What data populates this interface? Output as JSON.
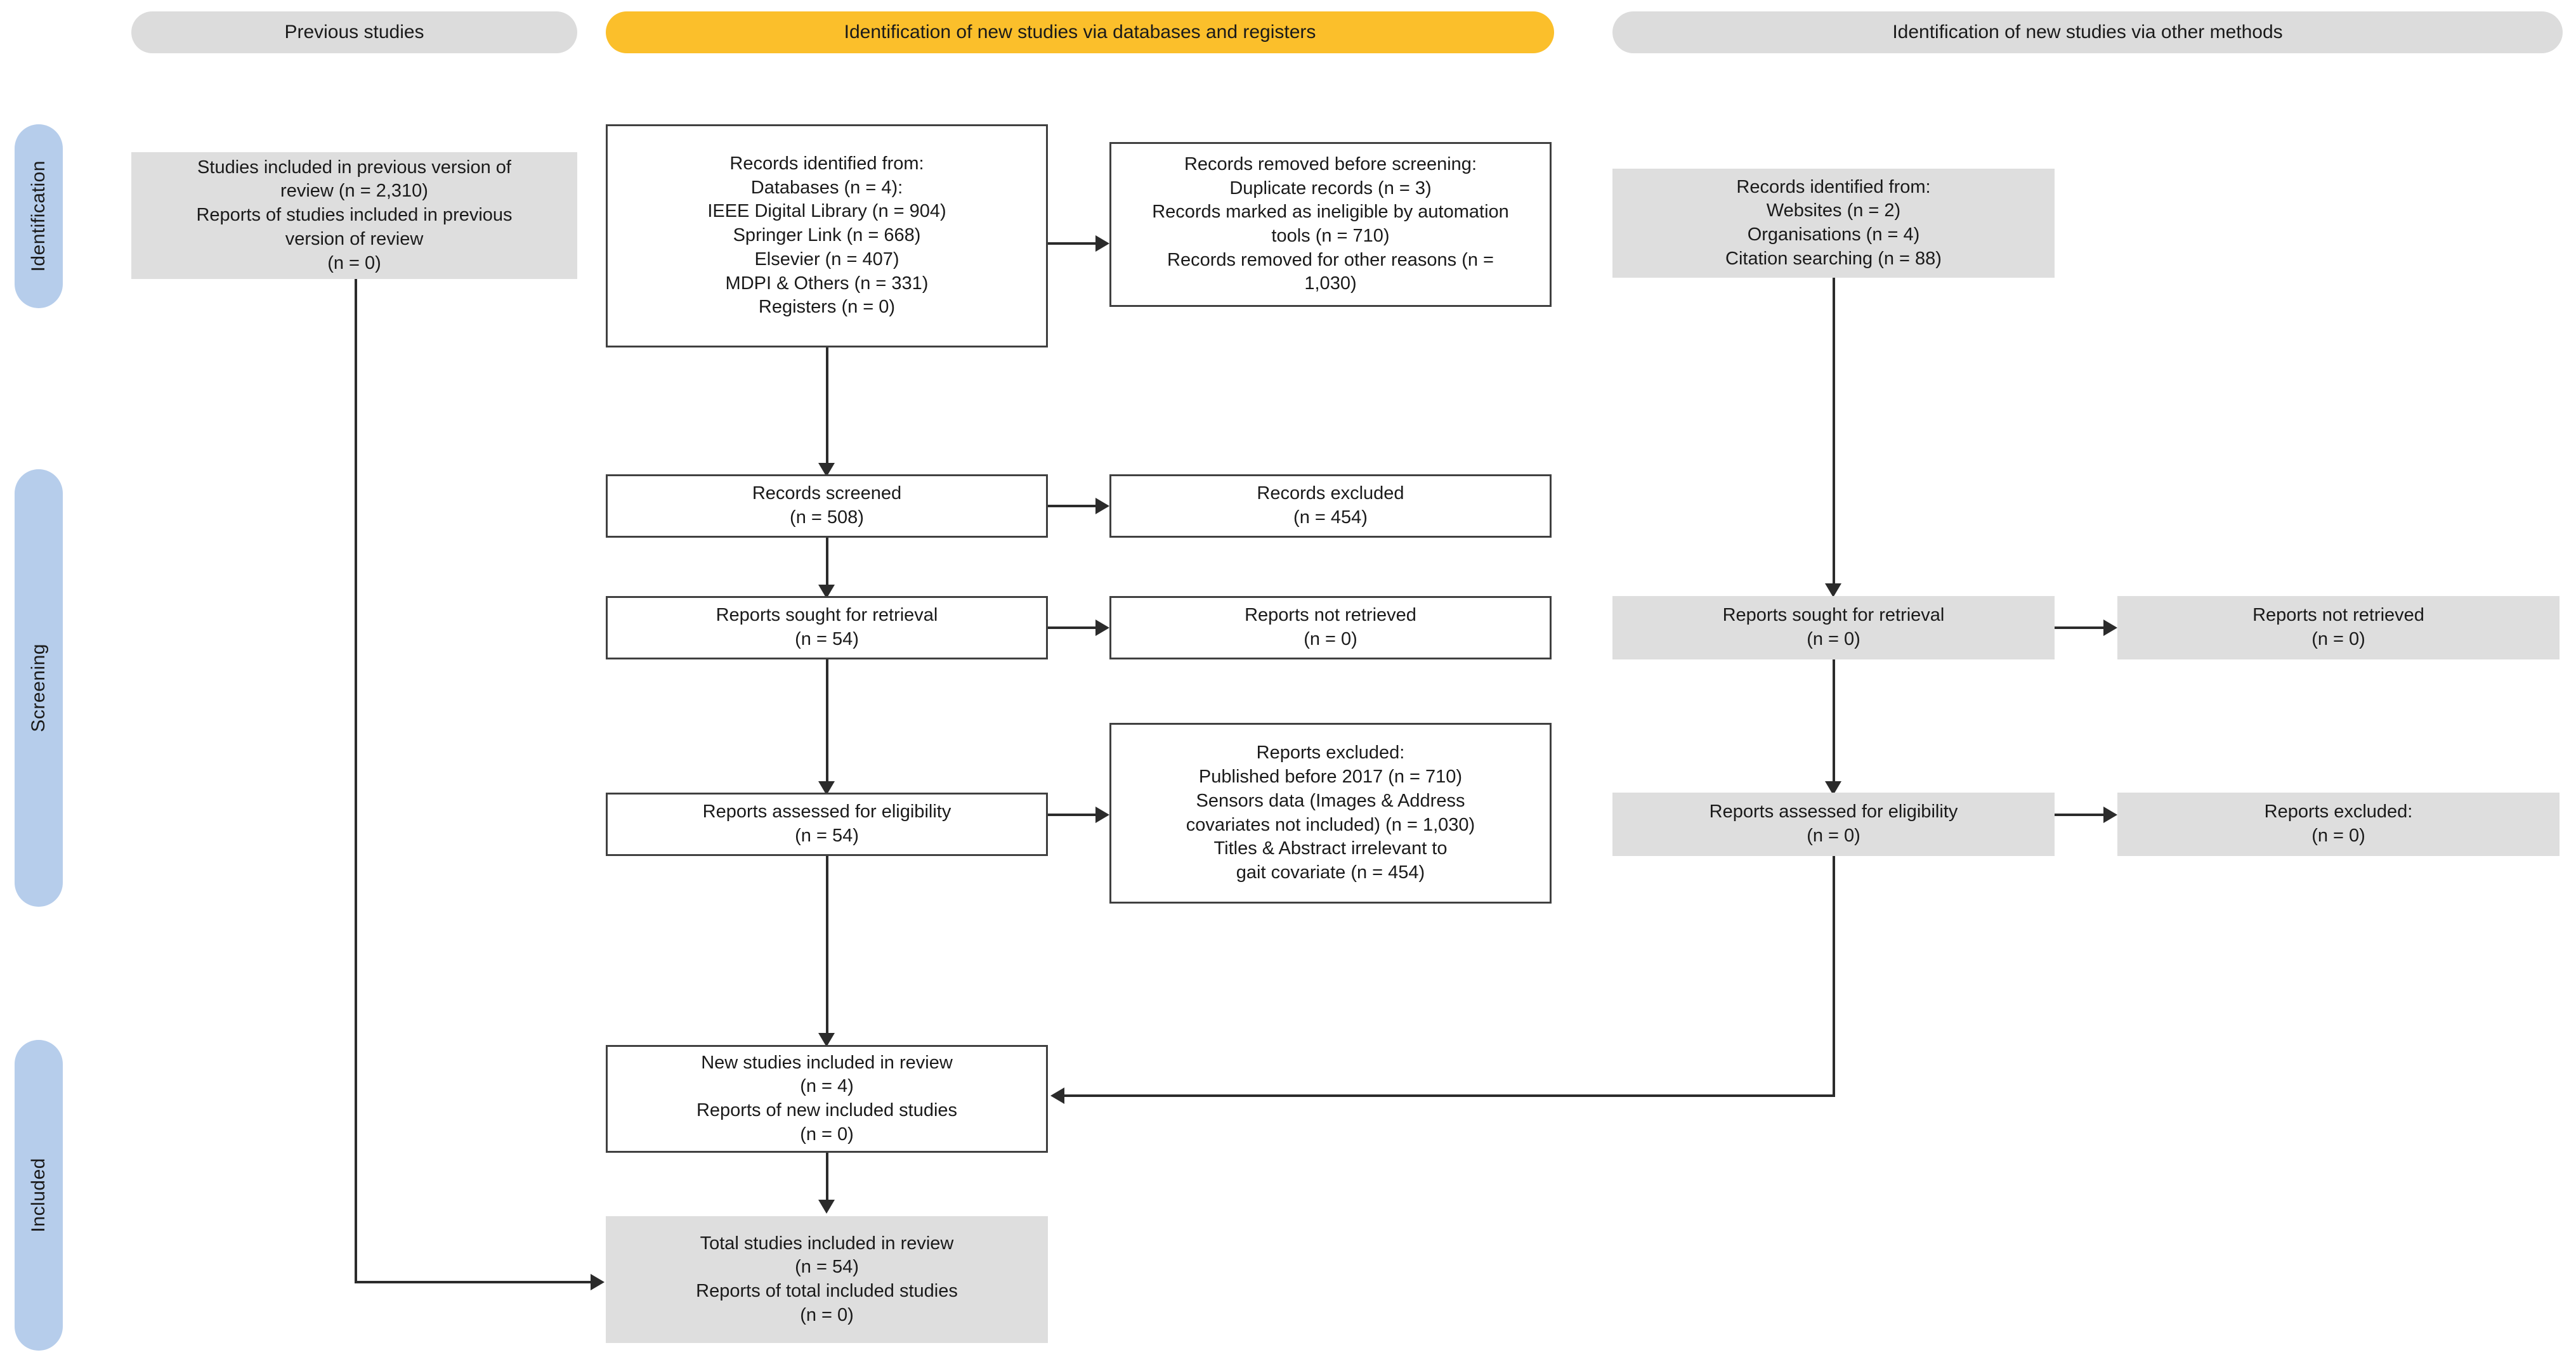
{
  "diagram": {
    "title": "PRISMA 2020 flow diagram for updated systematic reviews",
    "colors": {
      "header_grey": "#dcdcdc",
      "header_orange": "#fbbf2b",
      "stage_blue": "#b6cdeb",
      "box_grey": "#dedede",
      "box_border": "#404040",
      "connector": "#2b2b2b"
    }
  },
  "headers": {
    "previous": "Previous studies",
    "databases": "Identification of new studies via databases and registers",
    "other": "Identification of new studies via other methods"
  },
  "stages": {
    "identification": "Identification",
    "screening": "Screening",
    "included": "Included"
  },
  "previous_column": {
    "previous_studies_box": [
      "Studies included in previous version of",
      "review (n = 2,310)",
      "Reports of studies included in previous",
      "version of review",
      "(n = 0)"
    ]
  },
  "database_column": {
    "records_identified": [
      "Records identified from:",
      "Databases (n = 4):",
      "IEEE Digital Library (n = 904)",
      "Springer Link (n = 668)",
      "Elsevier (n = 407)",
      "MDPI & Others (n = 331)",
      "Registers (n = 0)"
    ],
    "records_removed": [
      "Records removed before screening:",
      "Duplicate records (n = 3)",
      "Records marked as ineligible by automation",
      "tools (n = 710)",
      "Records removed for other reasons (n =",
      "1,030)"
    ],
    "records_screened": [
      "Records screened",
      "(n = 508)"
    ],
    "records_excluded": [
      "Records excluded",
      "(n = 454)"
    ],
    "reports_sought": [
      "Reports sought for retrieval",
      "(n = 54)"
    ],
    "reports_not_retrieved": [
      "Reports not retrieved",
      "(n = 0)"
    ],
    "reports_assessed": [
      "Reports assessed for eligibility",
      "(n = 54)"
    ],
    "reports_excluded": [
      "Reports excluded:",
      "Published before 2017 (n = 710)",
      "Sensors data (Images & Address",
      "covariates not included) (n = 1,030)",
      "Titles & Abstract irrelevant to",
      "gait covariate (n = 454)"
    ],
    "new_studies_included": [
      "New studies included in review",
      "(n = 4)",
      "Reports of new included studies",
      "(n = 0)"
    ],
    "total_included": [
      "Total studies included in review",
      "(n = 54)",
      "Reports of total included studies",
      "(n = 0)"
    ]
  },
  "other_column": {
    "records_identified": [
      "Records identified from:",
      "Websites (n = 2)",
      "Organisations (n = 4)",
      "Citation searching (n = 88)"
    ],
    "reports_sought": [
      "Reports sought for retrieval",
      "(n = 0)"
    ],
    "reports_not_retrieved": [
      "Reports not retrieved",
      "(n = 0)"
    ],
    "reports_assessed": [
      "Reports assessed for eligibility",
      "(n = 0)"
    ],
    "reports_excluded": [
      "Reports excluded:",
      "(n = 0)"
    ]
  }
}
